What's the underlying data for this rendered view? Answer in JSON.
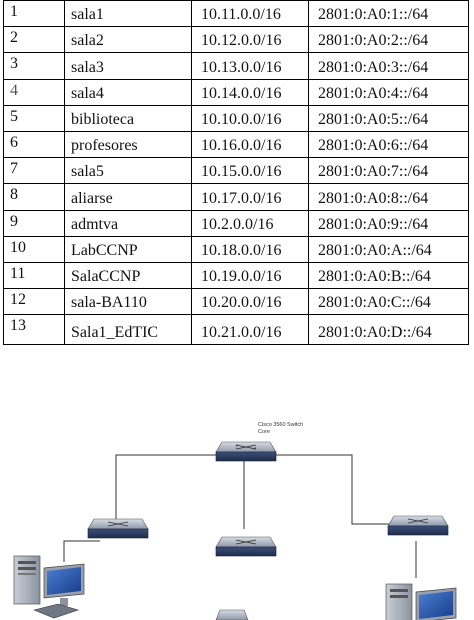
{
  "table": {
    "rows": [
      {
        "num": "1",
        "name": "sala1",
        "ipv4": "10.11.0.0/16",
        "ipv6": "2801:0:A0:1::/64"
      },
      {
        "num": "2",
        "name": "sala2",
        "ipv4": "10.12.0.0/16",
        "ipv6": "2801:0:A0:2::/64"
      },
      {
        "num": "3",
        "name": "sala3",
        "ipv4": "10.13.0.0/16",
        "ipv6": "2801:0:A0:3::/64"
      },
      {
        "num": "4",
        "name": "sala4",
        "ipv4": "10.14.0.0/16",
        "ipv6": "2801:0:A0:4::/64"
      },
      {
        "num": "5",
        "name": "biblioteca",
        "ipv4": "10.10.0.0/16",
        "ipv6": "2801:0:A0:5::/64"
      },
      {
        "num": "6",
        "name": "profesores",
        "ipv4": "10.16.0.0/16",
        "ipv6": "2801:0:A0:6::/64"
      },
      {
        "num": "7",
        "name": "sala5",
        "ipv4": "10.15.0.0/16",
        "ipv6": "2801:0:A0:7::/64"
      },
      {
        "num": "8",
        "name": "aliarse",
        "ipv4": "10.17.0.0/16",
        "ipv6": "2801:0:A0:8::/64"
      },
      {
        "num": "9",
        "name": "admtva",
        "ipv4": "10.2.0.0/16",
        "ipv6": "2801:0:A0:9::/64"
      },
      {
        "num": "10",
        "name": "LabCCNP",
        "ipv4": "10.18.0.0/16",
        "ipv6": "2801:0:A0:A::/64"
      },
      {
        "num": "11",
        "name": "SalaCCNP",
        "ipv4": "10.19.0.0/16",
        "ipv6": "2801:0:A0:B::/64"
      },
      {
        "num": "12",
        "name": "sala-BA110",
        "ipv4": "10.20.0.0/16",
        "ipv6": "2801:0:A0:C::/64"
      },
      {
        "num": "13",
        "name": "Sala1_EdTIC",
        "ipv4": "10.21.0.0/16",
        "ipv6": "2801:0:A0:D::/64"
      }
    ]
  },
  "diagram": {
    "core_label_line1": "Cisco 3560 Switch",
    "core_label_line2": "Core",
    "icons": [
      "core-switch-icon",
      "switch-icon",
      "server-icon",
      "monitor-icon"
    ]
  }
}
